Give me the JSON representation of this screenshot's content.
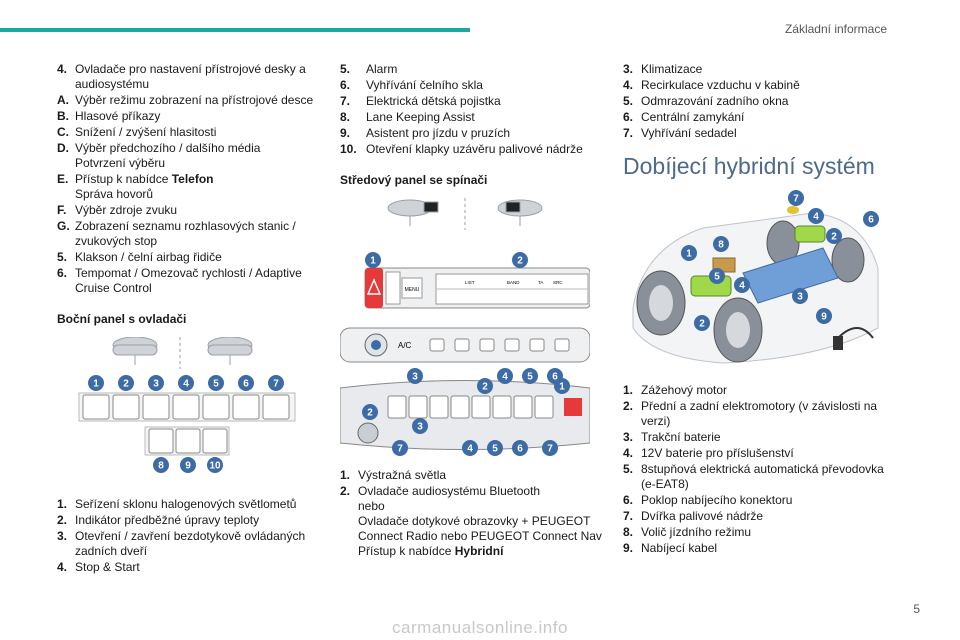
{
  "header": {
    "title": "Základní informace",
    "page": "5"
  },
  "col1": {
    "items_top": [
      {
        "key": "4.",
        "text": "Ovladače pro nastavení přístrojové desky a audiosystému"
      },
      {
        "key": "A.",
        "text": "Výběr režimu zobrazení na přístrojové desce"
      },
      {
        "key": "B.",
        "text": "Hlasové příkazy"
      },
      {
        "key": "C.",
        "text": "Snížení / zvýšení hlasitosti"
      },
      {
        "key": "D.",
        "text": "Výběr předchozího / dalšího média",
        "sub": "Potvrzení výběru"
      },
      {
        "key": "E.",
        "text_pre": "Přístup k nabídce ",
        "text_bold": "Telefon",
        "sub": "Správa hovorů"
      },
      {
        "key": "F.",
        "text": "Výběr zdroje zvuku"
      },
      {
        "key": "G.",
        "text": "Zobrazení seznamu rozhlasových stanic / zvukových stop"
      },
      {
        "key": "5.",
        "text": "Klakson / čelní airbag řidiče"
      },
      {
        "key": "6.",
        "text": "Tempomat / Omezovač rychlosti / Adaptive Cruise Control"
      }
    ],
    "section_title": "Boční panel s ovladači",
    "badges": [
      "1",
      "2",
      "3",
      "4",
      "5",
      "6",
      "7",
      "8",
      "9",
      "10"
    ],
    "items_bottom": [
      {
        "key": "1.",
        "text": "Seřízení sklonu halogenových světlometů"
      },
      {
        "key": "2.",
        "text": "Indikátor předběžné úpravy teploty"
      },
      {
        "key": "3.",
        "text": "Otevření / zavření bezdotykově ovládaných zadních dveří"
      },
      {
        "key": "4.",
        "text": "Stop & Start"
      }
    ]
  },
  "col2": {
    "items_top": [
      {
        "key": "5.",
        "text": "Alarm"
      },
      {
        "key": "6.",
        "text": "Vyhřívání čelního skla"
      },
      {
        "key": "7.",
        "text": "Elektrická dětská pojistka"
      },
      {
        "key": "8.",
        "text": "Lane Keeping Assist"
      },
      {
        "key": "9.",
        "text": "Asistent pro jízdu v pruzích"
      },
      {
        "key": "10.",
        "text": "Otevření klapky uzávěru palivové nádrže"
      }
    ],
    "section_title": "Středový panel se spínači",
    "panel_labels": {
      "menu": "MENU",
      "list": "LIST",
      "band": "BAND",
      "ta": "TA",
      "src": "SRC",
      "ac": "A/C"
    },
    "items_bottom": [
      {
        "key": "1.",
        "text": "Výstražná světla"
      },
      {
        "key": "2.",
        "text": "Ovladače audiosystému Bluetooth",
        "sub1": "nebo",
        "sub2": "Ovladače dotykové obrazovky + PEUGEOT Connect Radio nebo PEUGEOT Connect Nav",
        "sub3_pre": "Přístup k nabídce ",
        "sub3_bold": "Hybridní"
      }
    ]
  },
  "col3": {
    "items_top": [
      {
        "key": "3.",
        "text": "Klimatizace"
      },
      {
        "key": "4.",
        "text": "Recirkulace vzduchu v kabině"
      },
      {
        "key": "5.",
        "text": "Odmrazování zadního okna"
      },
      {
        "key": "6.",
        "text": "Centrální zamykání"
      },
      {
        "key": "7.",
        "text": "Vyhřívání sedadel"
      }
    ],
    "section_title": "Dobíjecí hybridní systém",
    "items_bottom": [
      {
        "key": "1.",
        "text": "Zážehový motor"
      },
      {
        "key": "2.",
        "text": "Přední a zadní elektromotory (v závislosti na verzi)"
      },
      {
        "key": "3.",
        "text": "Trakční baterie"
      },
      {
        "key": "4.",
        "text": "12V baterie pro příslušenství"
      },
      {
        "key": "5.",
        "text": "8stupňová elektrická automatická převodovka (e-EAT8)"
      },
      {
        "key": "6.",
        "text": "Poklop nabíjecího konektoru"
      },
      {
        "key": "7.",
        "text": "Dvířka palivové nádrže"
      },
      {
        "key": "8.",
        "text": "Volič jízdního režimu"
      },
      {
        "key": "9.",
        "text": "Nabíjecí kabel"
      }
    ]
  },
  "watermark": "carmanualsonline.info",
  "colors": {
    "accent": "#1aa7a6",
    "badge": "#3c6ba5",
    "title": "#4e6a8a",
    "hazard": "#e63a3a"
  }
}
